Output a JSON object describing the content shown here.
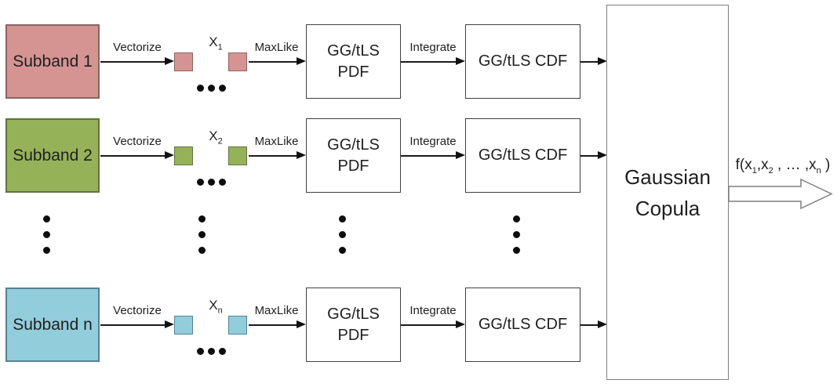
{
  "rows": [
    {
      "subband_label": "Subband 1",
      "vectorize_label": "Vectorize",
      "x_label": {
        "base": "X",
        "sub": "1"
      },
      "maxlike_label": "MaxLike",
      "pdf_box": {
        "line1": "GG/tLS",
        "line2": "PDF"
      },
      "integrate_label": "Integrate",
      "cdf_label": "GG/tLS CDF",
      "fill": "#D59492",
      "border": "#8A6361"
    },
    {
      "subband_label": "Subband 2",
      "vectorize_label": "Vectorize",
      "x_label": {
        "base": "X",
        "sub": "2"
      },
      "maxlike_label": "MaxLike",
      "pdf_box": {
        "line1": "GG/tLS",
        "line2": "PDF"
      },
      "integrate_label": "Integrate",
      "cdf_label": "GG/tLS CDF",
      "fill": "#95B259",
      "border": "#62713F"
    },
    {
      "subband_label": "Subband n",
      "vectorize_label": "Vectorize",
      "x_label": {
        "base": "X",
        "sub": "n"
      },
      "maxlike_label": "MaxLike",
      "pdf_box": {
        "line1": "GG/tLS",
        "line2": "PDF"
      },
      "integrate_label": "Integrate",
      "cdf_label": "GG/tLS CDF",
      "fill": "#92CDDC",
      "border": "#558291"
    }
  ],
  "copula_box": {
    "line1": "Gaussian",
    "line2": "Copula"
  },
  "output_label": {
    "p1": "f(x",
    "s1": "1",
    "p2": ",x",
    "s2": "2",
    "p3": " , … ,x",
    "s3": "n",
    "p4": " )"
  },
  "colors": {
    "line": "#1a1a1a",
    "white_box_border": "#3f3f3f",
    "copula_border": "#7f7f7f",
    "dot": "#0d0d0d",
    "output_arrow_outline": "#7f7f7f",
    "row1_fill": "#D59492",
    "row2_fill": "#95B259",
    "rown_fill": "#92CDDC"
  }
}
